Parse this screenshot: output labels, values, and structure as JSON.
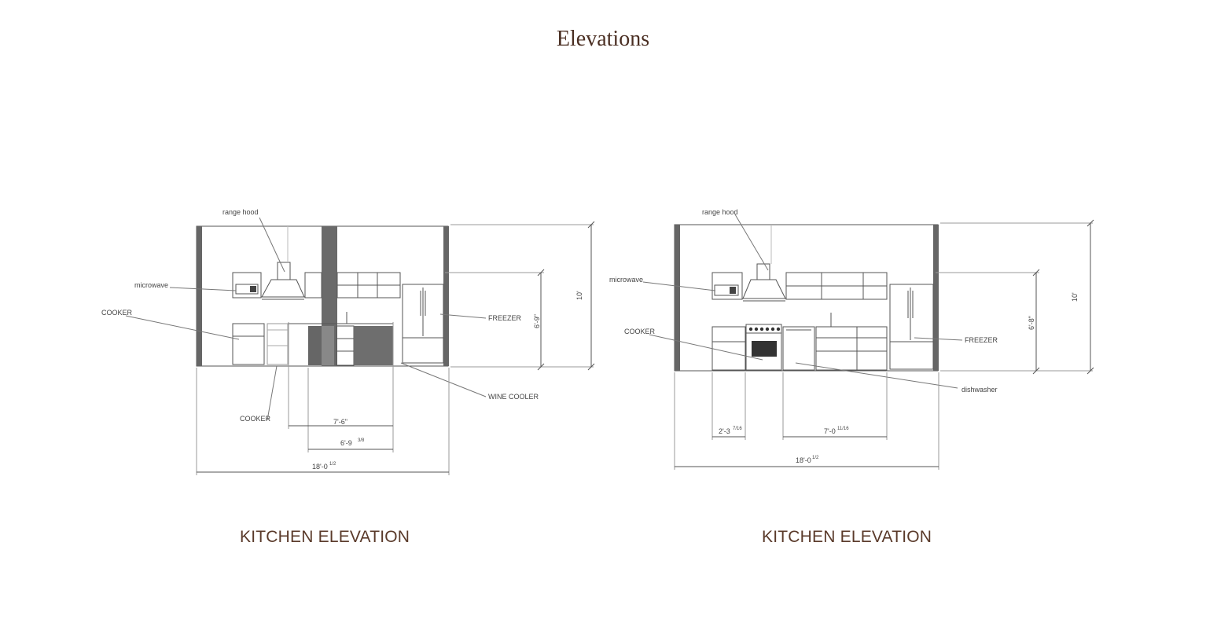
{
  "title": "Elevations",
  "left_elevation": {
    "caption": "KITCHEN ELEVATION",
    "labels": {
      "range_hood": "range hood",
      "microwave": "microwave",
      "cooker_top": "COOKER",
      "cooker_bottom": "COOKER",
      "freezer": "FREEZER",
      "wine_cooler": "WINE COOLER"
    },
    "dimensions": {
      "height_total": "10'",
      "height_upper": "6'-9\"",
      "run_a": "7'-6\"",
      "run_b": "6'-9",
      "run_b_frac": "3/8",
      "overall": "18'-0",
      "overall_frac": "1/2"
    }
  },
  "right_elevation": {
    "caption": "KITCHEN ELEVATION",
    "labels": {
      "range_hood": "range hood",
      "microwave": "microwave",
      "cooker": "COOKER",
      "freezer": "FREEZER",
      "dishwasher": "dishwasher"
    },
    "dimensions": {
      "height_total": "10'",
      "height_upper": "6'-8\"",
      "small_run": "2'-3",
      "small_run_frac": "7/16",
      "run_a": "7'-0",
      "run_a_frac": "11/16",
      "overall": "18'-0",
      "overall_frac": "1/2"
    }
  }
}
